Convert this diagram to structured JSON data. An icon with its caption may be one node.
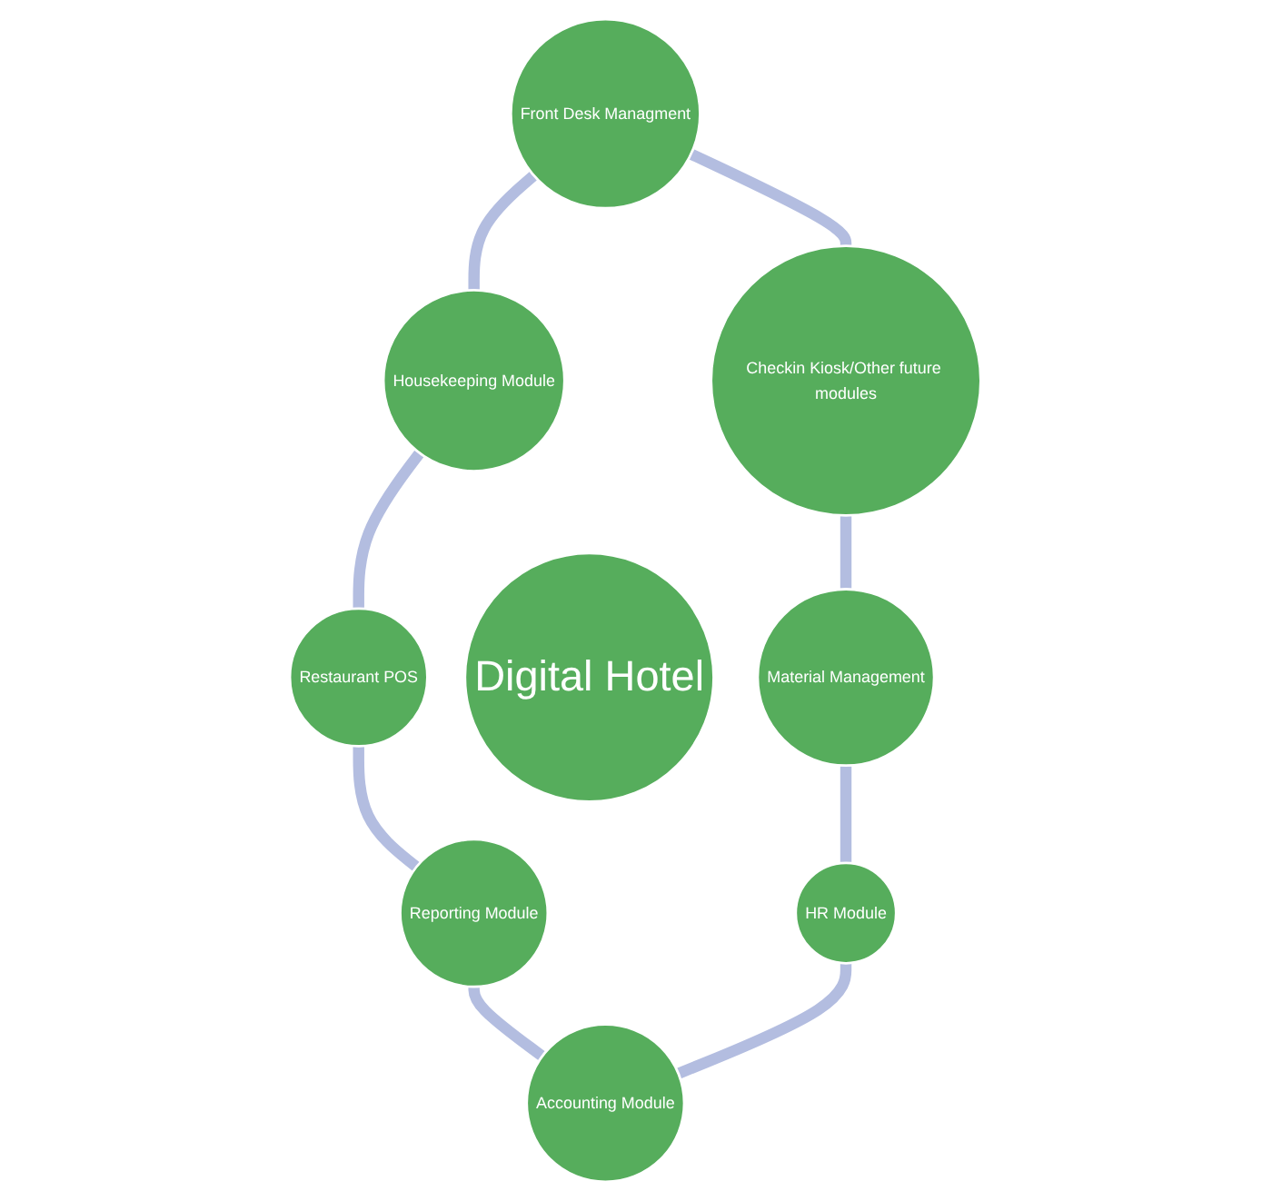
{
  "diagram": {
    "nodes": [
      {
        "text": [
          "Front Desk Managment"
        ]
      },
      {
        "text": [
          "Housekeeping Module"
        ]
      },
      {
        "text": [
          "Restaurant POS"
        ]
      },
      {
        "text": [
          "Reporting Module"
        ]
      },
      {
        "text": [
          "Accounting Module"
        ]
      },
      {
        "text": [
          "HR Module"
        ]
      },
      {
        "text": [
          "Material Management"
        ]
      },
      {
        "text": [
          "Checkin Kiosk/Other future modules"
        ]
      },
      {
        "text": [
          "Digital Hotel"
        ]
      }
    ],
    "edges": [
      {
        "from": 0,
        "to": 1,
        "arrow": "none"
      },
      {
        "from": 1,
        "to": 2,
        "arrow": "none"
      },
      {
        "from": 2,
        "to": 3,
        "arrow": "none"
      },
      {
        "from": 3,
        "to": 4,
        "arrow": "none"
      },
      {
        "from": 5,
        "to": 4,
        "arrow": "none"
      },
      {
        "from": 6,
        "to": 5,
        "arrow": "none"
      },
      {
        "from": 7,
        "to": 6,
        "arrow": "none"
      },
      {
        "from": 0,
        "to": 7,
        "arrow": "none"
      }
    ]
  }
}
